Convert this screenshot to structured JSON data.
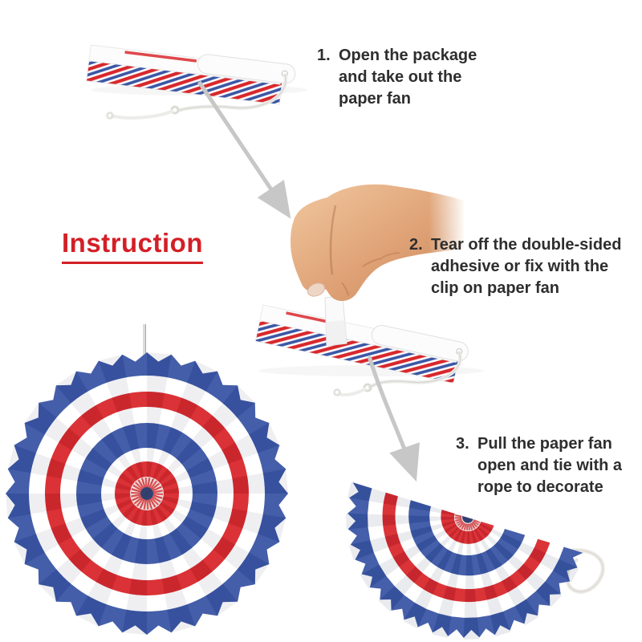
{
  "title": {
    "label": "Instruction",
    "color": "#d31f26"
  },
  "steps": [
    {
      "num": "1.",
      "lines": [
        "Open the package",
        "and take out the",
        "paper fan"
      ]
    },
    {
      "num": "2.",
      "lines": [
        "Tear off the double-sided",
        "adhesive or fix with the",
        "clip on paper fan"
      ]
    },
    {
      "num": "3.",
      "lines": [
        "Pull the paper fan",
        "open and tie with a",
        "rope to decorate"
      ]
    }
  ],
  "colors": {
    "red": "#d8282c",
    "blue": "#3a56a5",
    "navy": "#2e3e6e",
    "pink_center": "#f6e2df",
    "white": "#ffffff",
    "text": "#2e2e2e",
    "arrow": "#c7c7c7",
    "skin_light": "#f1c79f",
    "skin_mid": "#dfa276",
    "skin_dark": "#c9895a",
    "nail": "#eed6c6",
    "string": "#ebebe8",
    "string_edge": "#d4d2cc",
    "paper_white": "#fcfcfc",
    "paper_edge": "#e2e2e2"
  }
}
